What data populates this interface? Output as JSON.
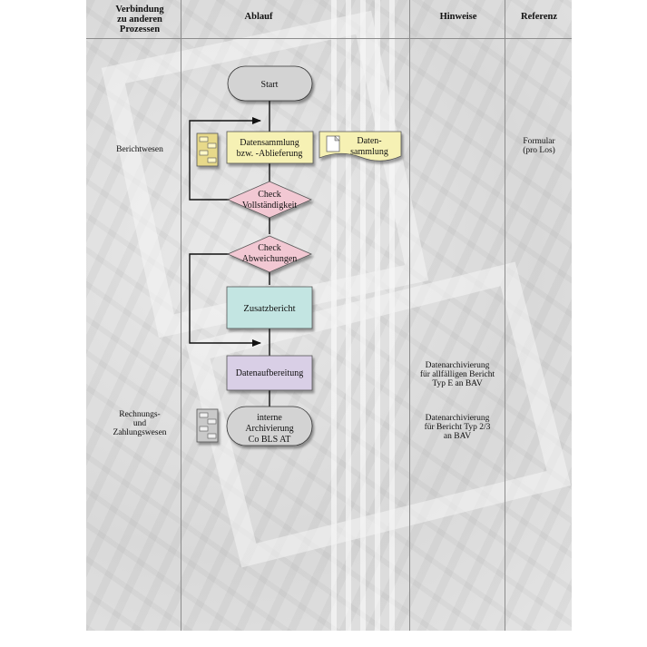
{
  "columns": {
    "verbindung": "Verbindung zu anderen Prozessen",
    "verbindung_lines": [
      "Verbindung",
      "zu anderen",
      "Prozessen"
    ],
    "ablauf": "Ablauf",
    "hinweise": "Hinweise",
    "referenz": "Referenz"
  },
  "connections": {
    "berichtwesen": "Berichtwesen",
    "rechnungswesen_lines": [
      "Rechnungs-",
      "und",
      "Zahlungswesen"
    ]
  },
  "flow": {
    "start": "Start",
    "datensammlung_lines": [
      "Datensammlung",
      "bzw. -Ablieferung"
    ],
    "datensammlung_doc_lines": [
      "Daten-",
      "sammlung"
    ],
    "check_vollstaendigkeit_lines": [
      "Check",
      "Vollständigkeit"
    ],
    "check_abweichungen_lines": [
      "Check",
      "Abweichungen"
    ],
    "zusatzbericht": "Zusatzbericht",
    "datenaufbereitung": "Datenaufbereitung",
    "archivierung_lines": [
      "interne",
      "Archivierung",
      "Co BLS AT"
    ]
  },
  "notes": {
    "archiv_typ_e_lines": [
      "Datenarchivierung",
      "für allfälligen Bericht",
      "Typ E an BAV"
    ],
    "archiv_typ_23_lines": [
      "Datenarchivierung",
      "für Bericht Typ 2/3",
      "an BAV"
    ]
  },
  "references": {
    "formular_lines": [
      "Formular",
      "(pro Los)"
    ]
  },
  "colors": {
    "start_fill": "#d3d3d3",
    "datensammlung_fill": "#f6f1b4",
    "check_fill": "#f2c8d3",
    "zusatzbericht_fill": "#c3e5e2",
    "datenaufbereitung_fill": "#d9cfe6",
    "archivierung_fill": "#d3d3d3",
    "line": "#111111"
  },
  "icons": {
    "database": "stacked-database-icon",
    "document": "document-icon",
    "arrow": "arrowhead-icon"
  }
}
